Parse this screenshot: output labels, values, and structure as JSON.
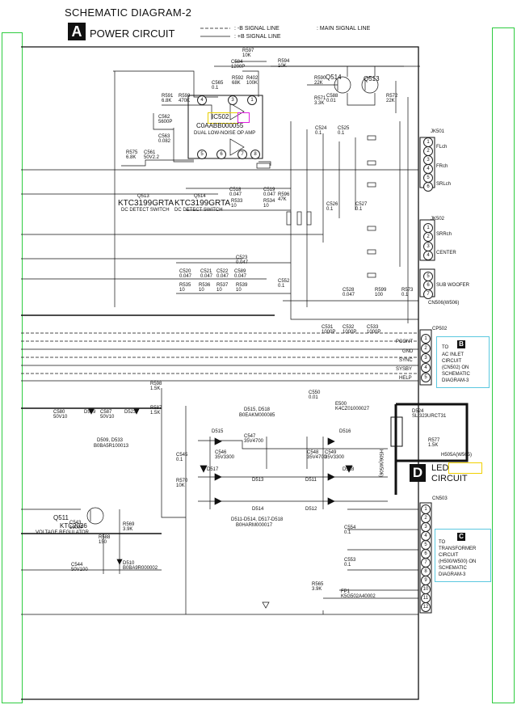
{
  "header": {
    "title": "SCHEMATIC DIAGRAM-2",
    "section_letter": "A",
    "section_title": "POWER CIRCUIT"
  },
  "legend": {
    "neg_line": ": -B SIGNAL LINE",
    "pos_line": ": +B SIGNAL LINE",
    "main_line": ": MAIN SIGNAL LINE"
  },
  "ic": {
    "ref": "IC502",
    "part": "C0AABB000055",
    "desc": "DUAL LOW-NOISE OP AMP"
  },
  "transistors": {
    "q514": "Q514",
    "q513": "Q513",
    "q513_lower": "Q513",
    "q513_part": "KTC3199GRTA",
    "q513_desc": "DC DETECT SWITCH",
    "q514_lower": "Q514",
    "q514_part": "KTC3199GRTA",
    "q514_desc": "DC DETECT SWITCH",
    "q511": "Q511",
    "q511_part": "KTC2026",
    "q511_desc": "VOLTAGE REGULATOR"
  },
  "connectors": {
    "jk501": "JK501",
    "jk501_labels": [
      "FLch",
      "FRch",
      "SRLch"
    ],
    "jk502": "JK502",
    "jk502_labels": [
      "SRRch",
      "CENTER",
      "SUB WOOFER"
    ],
    "cn506": "CN506(W506)",
    "cp502": "CP502",
    "cp502_labels": [
      "PCONT",
      "GND",
      "SYNC",
      "SYSBY",
      "HELP"
    ],
    "cn503": "CN503",
    "h506": "H506(W506)",
    "h505": "H505A(W505)"
  },
  "blocks": {
    "b_letter": "B",
    "b_text": [
      "TO",
      "AC INLET",
      "CIRCUIT",
      "(CN502) ON",
      "SCHEMATIC",
      "DIAGRAM-3"
    ],
    "c_letter": "C",
    "c_text": [
      "TO",
      "TRANSFORMER",
      "CIRCUIT",
      "(H500/W500) ON",
      "SCHEMATIC",
      "DIAGRAM-3"
    ],
    "d_letter": "D",
    "d_title": "LED",
    "d_subtitle": "CIRCUIT"
  },
  "components": [
    {
      "t": "R597",
      "v": "10K"
    },
    {
      "t": "C584",
      "v": "1200P"
    },
    {
      "t": "R594",
      "v": "10K"
    },
    {
      "t": "C565",
      "v": "0.1"
    },
    {
      "t": "R592",
      "v": "68K"
    },
    {
      "t": "R402",
      "v": "100K"
    },
    {
      "t": "R591",
      "v": "6.8K"
    },
    {
      "t": "R593",
      "v": "470K"
    },
    {
      "t": "R590",
      "v": "22K"
    },
    {
      "t": "R571",
      "v": "3.3K"
    },
    {
      "t": "C588",
      "v": "0.01"
    },
    {
      "t": "R572",
      "v": "22K"
    },
    {
      "t": "C562",
      "v": "5600P"
    },
    {
      "t": "C563",
      "v": "0.082"
    },
    {
      "t": "R575",
      "v": "6.8K"
    },
    {
      "t": "C561",
      "v": "50V2.2"
    },
    {
      "t": "C524",
      "v": "0.1"
    },
    {
      "t": "C525",
      "v": "0.1"
    },
    {
      "t": "C518",
      "v": "0.047"
    },
    {
      "t": "C519",
      "v": "0.047"
    },
    {
      "t": "R533",
      "v": "10"
    },
    {
      "t": "R534",
      "v": "10"
    },
    {
      "t": "R596",
      "v": "47K"
    },
    {
      "t": "C526",
      "v": "0.1"
    },
    {
      "t": "C527",
      "v": "0.1"
    },
    {
      "t": "C523",
      "v": "0.047"
    },
    {
      "t": "C520",
      "v": "0.047"
    },
    {
      "t": "C521",
      "v": "0.047"
    },
    {
      "t": "C522",
      "v": "0.047"
    },
    {
      "t": "C589",
      "v": "0.047"
    },
    {
      "t": "R535",
      "v": "10"
    },
    {
      "t": "R536",
      "v": "10"
    },
    {
      "t": "R537",
      "v": "10"
    },
    {
      "t": "R539",
      "v": "10"
    },
    {
      "t": "C552",
      "v": "0.1"
    },
    {
      "t": "C528",
      "v": "0.047"
    },
    {
      "t": "R599",
      "v": "100"
    },
    {
      "t": "R573",
      "v": "0.1"
    },
    {
      "t": "C531",
      "v": "1000P"
    },
    {
      "t": "C532",
      "v": "1000P"
    },
    {
      "t": "C533",
      "v": "1000P"
    },
    {
      "t": "R598",
      "v": "1.5K"
    },
    {
      "t": "R587",
      "v": "1.5K"
    },
    {
      "t": "C580",
      "v": "50V10"
    },
    {
      "t": "D509",
      "v": ""
    },
    {
      "t": "C587",
      "v": "50V10"
    },
    {
      "t": "D523",
      "v": ""
    },
    {
      "t": "C550",
      "v": "0.01"
    },
    {
      "t": "E500",
      "v": "K4CZ01000027"
    },
    {
      "t": "D524",
      "v": "SLI323URCT31"
    },
    {
      "t": "R577",
      "v": "1.5K"
    },
    {
      "t": "C545",
      "v": "0.1"
    },
    {
      "t": "R570",
      "v": "10K"
    },
    {
      "t": "C547",
      "v": "35V4700"
    },
    {
      "t": "C546",
      "v": "35V3300"
    },
    {
      "t": "C548",
      "v": "35V4700"
    },
    {
      "t": "C549",
      "v": "35V3300"
    },
    {
      "t": "C543",
      "v": "1000P"
    },
    {
      "t": "R569",
      "v": "3.9K"
    },
    {
      "t": "R588",
      "v": "150"
    },
    {
      "t": "C544",
      "v": "50V100"
    },
    {
      "t": "D510",
      "v": "B0BA9R000002"
    },
    {
      "t": "C554",
      "v": "0.1"
    },
    {
      "t": "C553",
      "v": "0.1"
    },
    {
      "t": "R565",
      "v": "3.9K"
    },
    {
      "t": "FP1",
      "v": "K5G502A40002"
    }
  ],
  "diode_groups": {
    "d515_518": "D515, D518",
    "d515_part": "B0EAKM000085",
    "d509_533": "D509, D533",
    "d509_part": "B0BA5R100013",
    "d511_518": "D511-D514, D517-D518",
    "d511_part": "B0HARM000017"
  },
  "diodes": [
    "D515",
    "D516",
    "D517",
    "D518",
    "D513",
    "D511",
    "D514",
    "D512"
  ],
  "colors": {
    "bracket": "#2ecc40",
    "callout": "#5bc8e0",
    "ic_highlight": "#e8d000",
    "ic_marker": "#e020e0",
    "led_highlight": "#f0d000"
  }
}
